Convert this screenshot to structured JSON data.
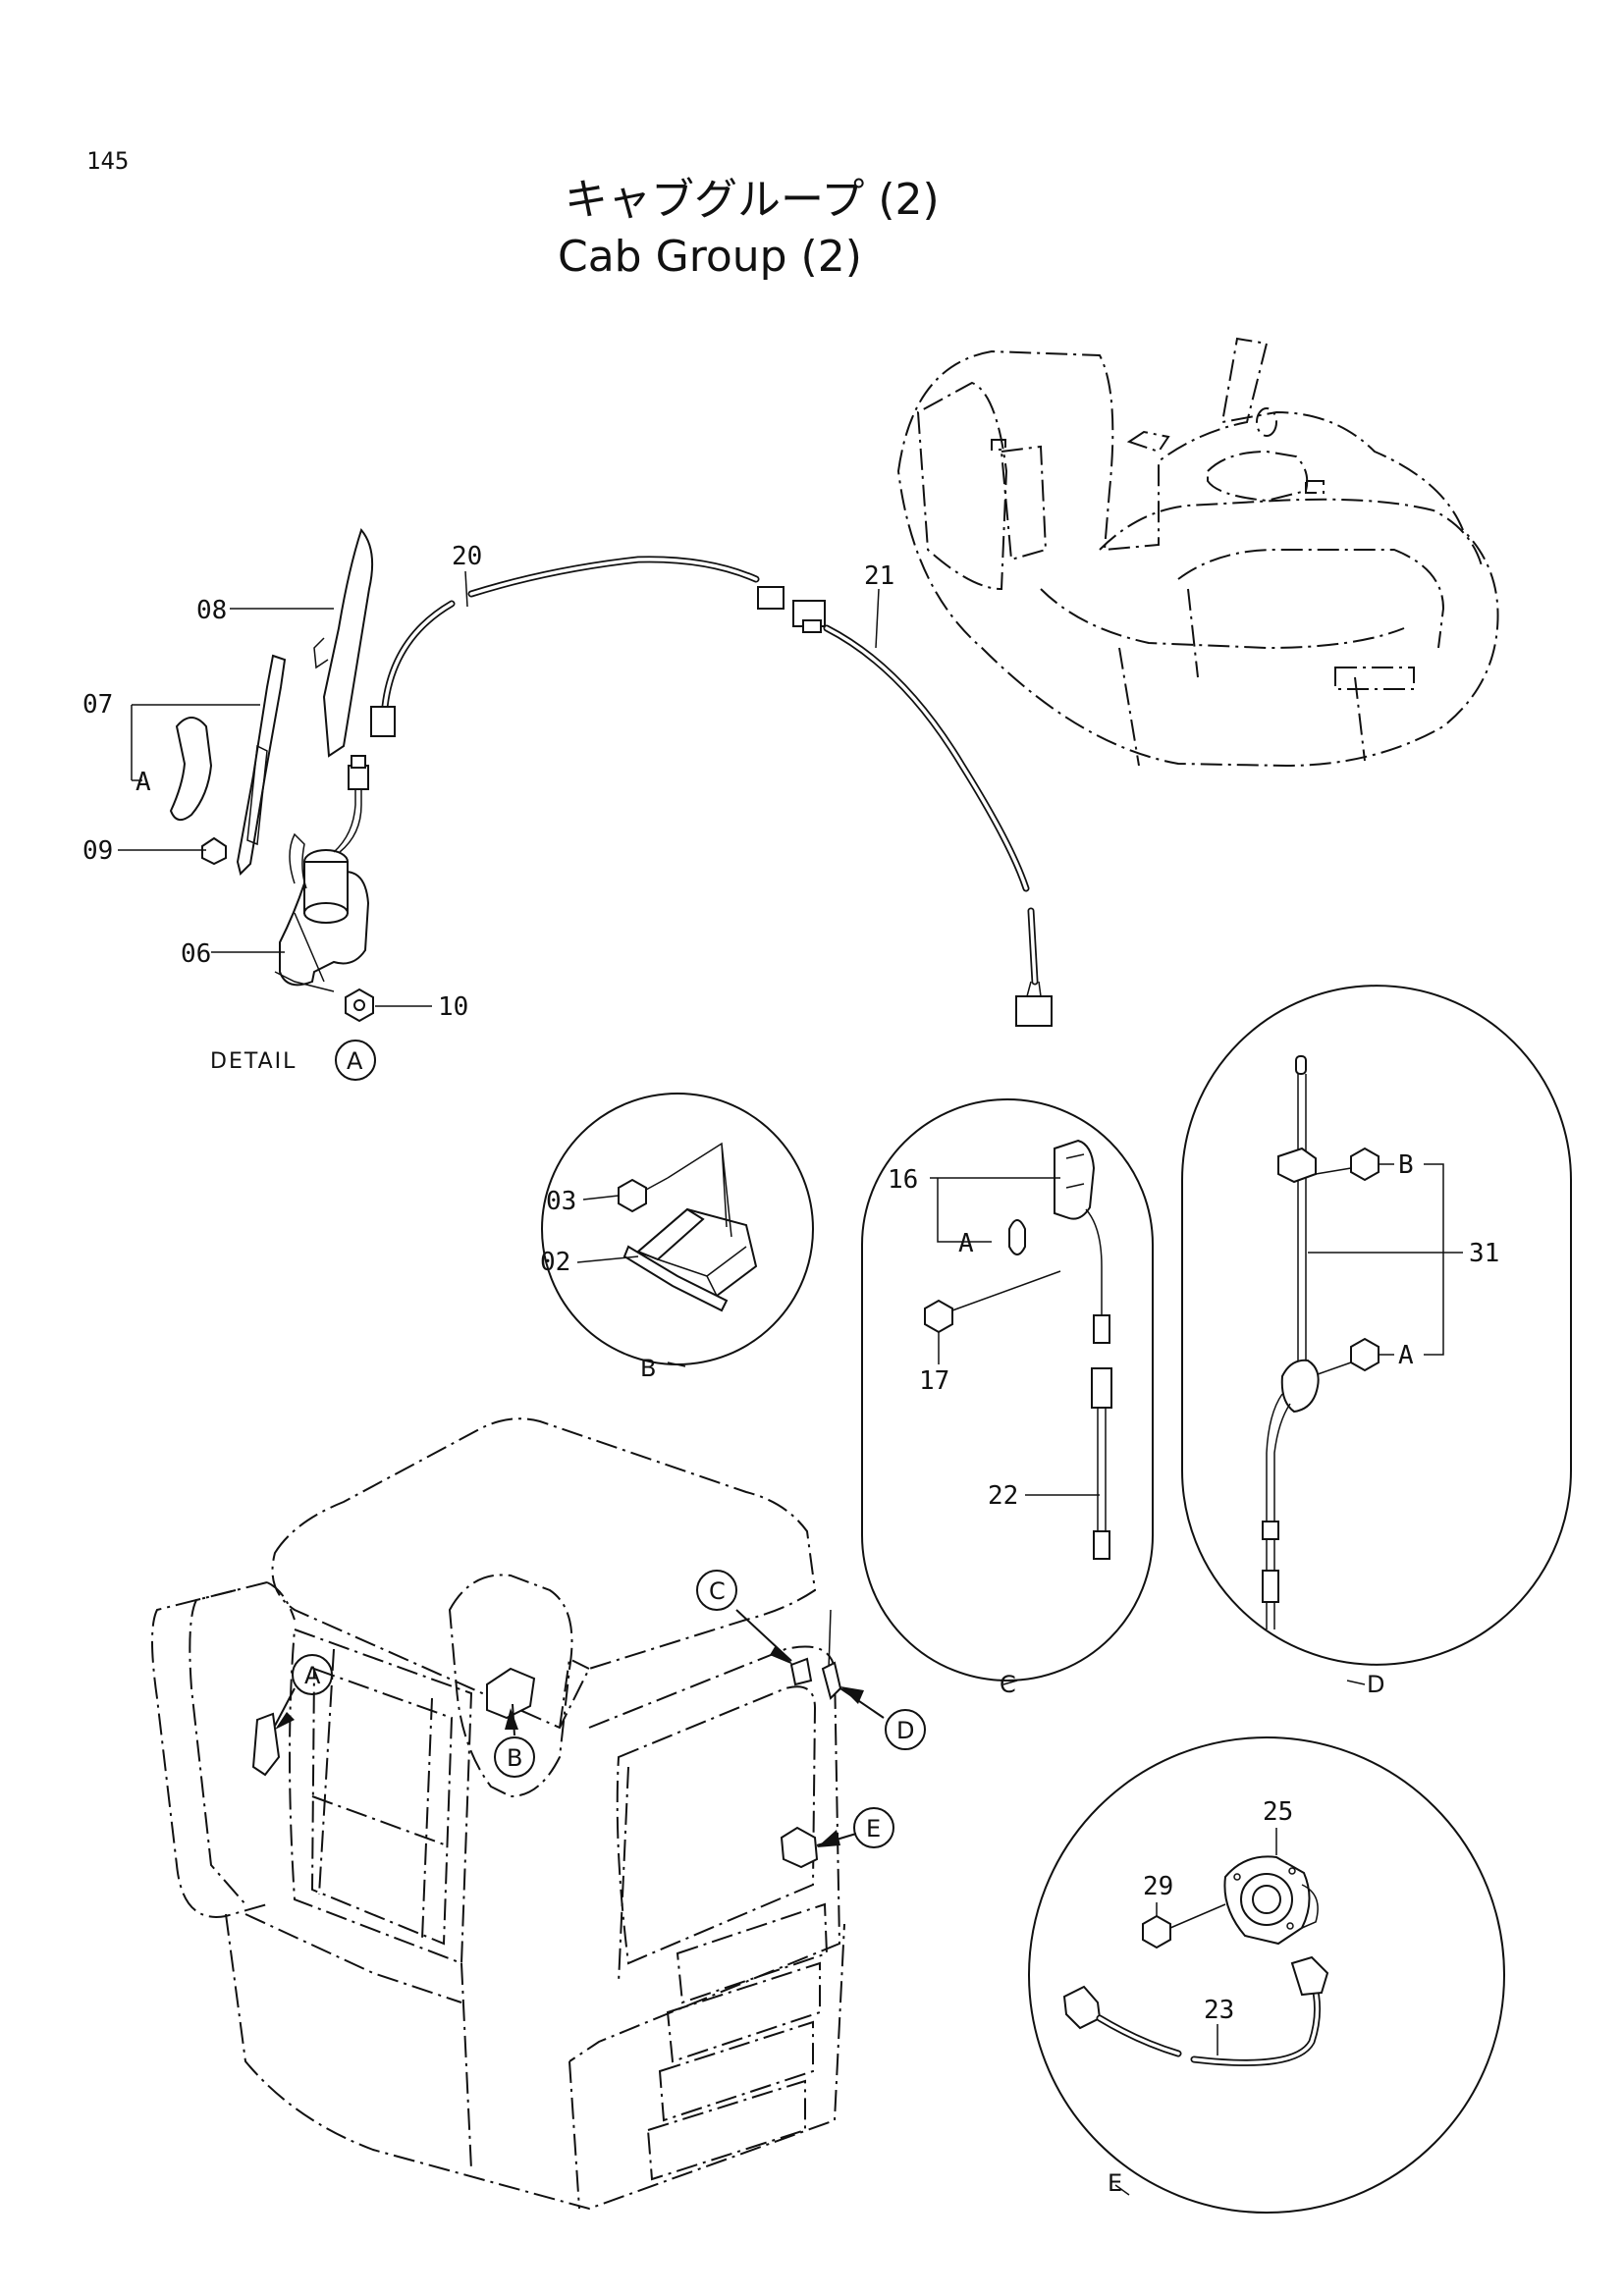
{
  "page_number": "145",
  "title_jp": "キャブグループ (2)",
  "title_en": "Cab Group (2)",
  "detail_label": "DETAIL",
  "detail_letter": "A",
  "part_labels": {
    "p02": "02",
    "p03": "03",
    "p06": "06",
    "p07": "07",
    "p08": "08",
    "p09": "09",
    "p10": "10",
    "p16": "16",
    "p17": "17",
    "p20": "20",
    "p21": "21",
    "p22": "22",
    "p23": "23",
    "p25": "25",
    "p29": "29",
    "p31": "31"
  },
  "sub_refs": {
    "a_07": "A",
    "a_16": "A",
    "a_31": "A",
    "b_31": "B"
  },
  "detail_circles": {
    "b": "B",
    "c": "C",
    "d": "D",
    "e": "E"
  },
  "cab_callouts": {
    "a": "A",
    "b": "B",
    "c": "C",
    "d": "D",
    "e": "E"
  }
}
